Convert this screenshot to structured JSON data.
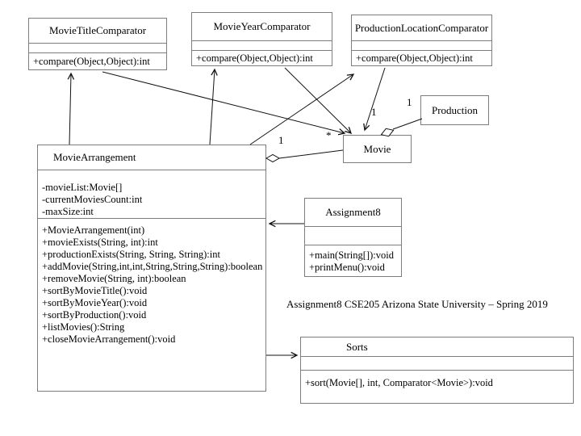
{
  "diagram": {
    "caption": "Assignment8 CSE205 Arizona State University – Spring 2019",
    "classes": {
      "movie_title_comparator": {
        "name": "MovieTitleComparator",
        "attributes": [],
        "methods": [
          "+compare(Object,Object):int"
        ]
      },
      "movie_year_comparator": {
        "name": "MovieYearComparator",
        "attributes": [],
        "methods": [
          "+compare(Object,Object):int"
        ]
      },
      "production_location_comparator": {
        "name": "ProductionLocationComparator",
        "attributes": [],
        "methods": [
          "+compare(Object,Object):int"
        ]
      },
      "production": {
        "name": "Production"
      },
      "movie": {
        "name": "Movie"
      },
      "movie_arrangement": {
        "name": "MovieArrangement",
        "attributes": [
          "-movieList:Movie[]",
          "-currentMoviesCount:int",
          "-maxSize:int"
        ],
        "methods": [
          "+MovieArrangement(int)",
          "+movieExists(String, int):int",
          "+productionExists(String, String, String):int",
          "+addMovie(String,int,int,String,String,String):boolean",
          "+removeMovie(String, int):boolean",
          "+sortByMovieTitle():void",
          "+sortByMovieYear():void",
          "+sortByProduction():void",
          "+listMovies():String",
          "+closeMovieArrangement():void"
        ]
      },
      "assignment8": {
        "name": "Assignment8",
        "attributes": [],
        "methods": [
          "+main(String[]):void",
          "+printMenu():void"
        ]
      },
      "sorts": {
        "name": "Sorts",
        "attributes": [],
        "methods": [
          "+sort(Movie[], int, Comparator<Movie>):void"
        ]
      }
    },
    "labels": {
      "arrangement_end": "1",
      "movie_end": "*",
      "movie_agg_end": "1",
      "production_end": "1"
    },
    "colors": {
      "border": "#7d7d7d",
      "line": "#111111",
      "text": "#000000",
      "background": "#ffffff"
    }
  }
}
